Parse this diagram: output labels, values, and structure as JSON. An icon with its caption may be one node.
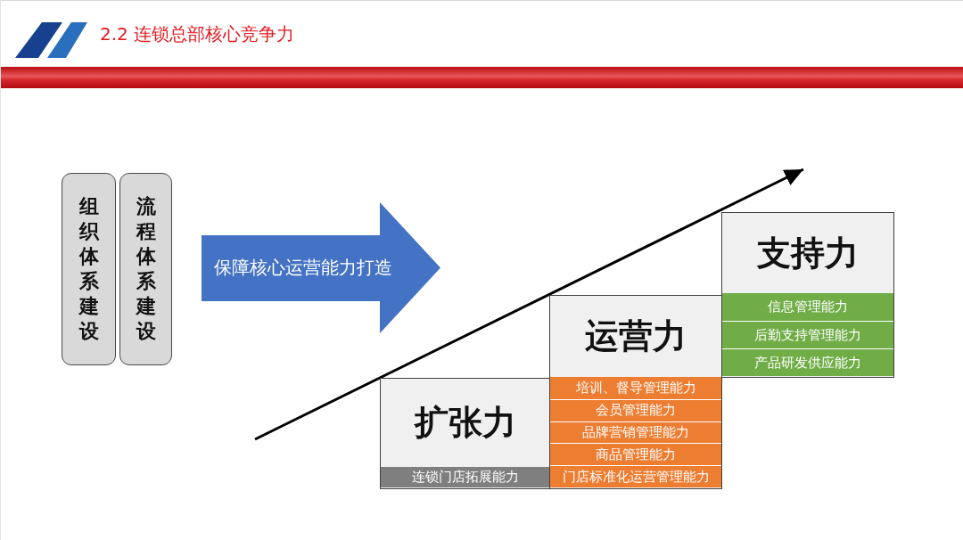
{
  "diagram": {
    "title": "2.2 连锁总部核心竞争力",
    "nodes": [
      {
        "text": [
          "组织体系建设"
        ]
      },
      {
        "text": [
          "流程体系建设"
        ]
      },
      {
        "text": [
          "保障核心运营能力打造"
        ]
      },
      {
        "text": [
          "扩张力"
        ]
      },
      {
        "text": [
          "连锁门店拓展能力"
        ],
        "in": 3
      },
      {
        "text": [
          "运营力"
        ]
      },
      {
        "text": [
          "培训、督导管理能力"
        ],
        "in": 5
      },
      {
        "text": [
          "会员管理能力"
        ],
        "in": 5
      },
      {
        "text": [
          "品牌营销管理能力"
        ],
        "in": 5
      },
      {
        "text": [
          "商品管理能力"
        ],
        "in": 5
      },
      {
        "text": [
          "门店标准化运营管理能力"
        ],
        "in": 5
      },
      {
        "text": [
          "支持力"
        ]
      },
      {
        "text": [
          "信息管理能力"
        ],
        "in": 11
      },
      {
        "text": [
          "后勤支持管理能力"
        ],
        "in": 11
      },
      {
        "text": [
          "产品研发供应能力"
        ],
        "in": 11
      }
    ]
  }
}
